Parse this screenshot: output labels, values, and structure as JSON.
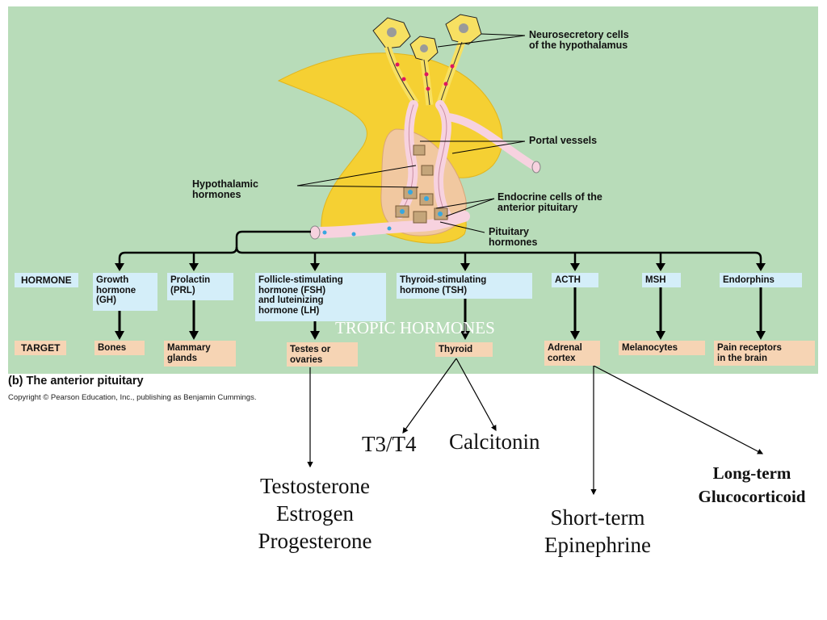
{
  "labels": {
    "neurosecretory": "Neurosecretory cells\nof the hypothalamus",
    "portal": "Portal vessels",
    "hypothalamic": "Hypothalamic\nhormones",
    "endocrine": "Endocrine cells of the\nanterior pituitary",
    "pituitary_hormones": "Pituitary\nhormones"
  },
  "row_labels": {
    "hormone": "HORMONE",
    "target": "TARGET"
  },
  "hormones": [
    {
      "name": "Growth\nhormone\n(GH)",
      "target": "Bones"
    },
    {
      "name": "Prolactin\n(PRL)",
      "target": "Mammary\nglands"
    },
    {
      "name": "Follicle-stimulating\nhormone (FSH)\nand luteinizing\nhormone (LH)",
      "target": "Testes or\novaries"
    },
    {
      "name": "Thyroid-stimulating\nhormone (TSH)",
      "target": "Thyroid"
    },
    {
      "name": "ACTH",
      "target": "Adrenal\ncortex"
    },
    {
      "name": "MSH",
      "target": "Melanocytes"
    },
    {
      "name": "Endorphins",
      "target": "Pain receptors\nin the brain"
    }
  ],
  "tropic_label": "TROPIC HORMONES",
  "caption": "(b) The anterior pituitary",
  "copyright": "Copyright © Pearson Education, Inc., publishing as Benjamin Cummings.",
  "annotations": {
    "gonad_products": "Testosterone\nEstrogen\nProgesterone",
    "t3t4": "T3/T4",
    "calcitonin": "Calcitonin",
    "short_term": "Short-term\nEpinephrine",
    "long_term": "Long-term\nGlucocorticoid"
  },
  "colors": {
    "background": "#b8dcb9",
    "gland": "#f5d033",
    "vessel": "#f7d2df",
    "hormone_box": "#d4eef9",
    "target_box": "#f6d4b4",
    "tropic_text": "#ffffff"
  }
}
